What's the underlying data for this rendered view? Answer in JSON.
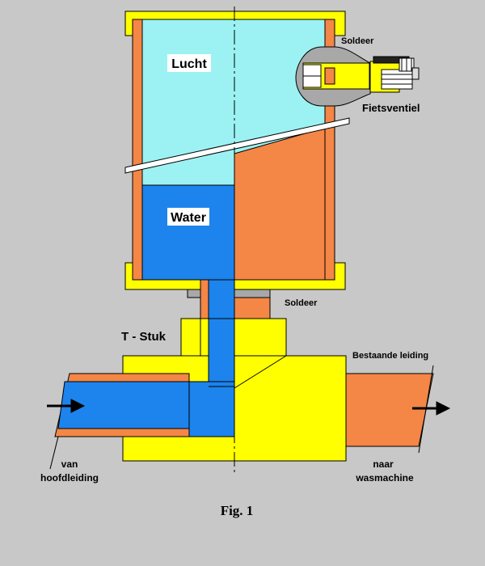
{
  "labels": {
    "lucht": "Lucht",
    "water": "Water",
    "soldeer_top": "Soldeer",
    "fietsventiel": "Fietsventiel",
    "soldeer_mid": "Soldeer",
    "t_stuk": "T - Stuk",
    "bestaande_leiding": "Bestaande leiding",
    "van": "van",
    "hoofdleiding": "hoofdleiding",
    "naar": "naar",
    "wasmachine": "wasmachine",
    "fig": "Fig. 1"
  },
  "colors": {
    "background": "#c8c8c8",
    "copper": "#f48646",
    "brass": "#ffff00",
    "air": "#9cf2f2",
    "water": "#1c84ec",
    "grey_fitting": "#a8a8a8",
    "outline": "#000000"
  }
}
